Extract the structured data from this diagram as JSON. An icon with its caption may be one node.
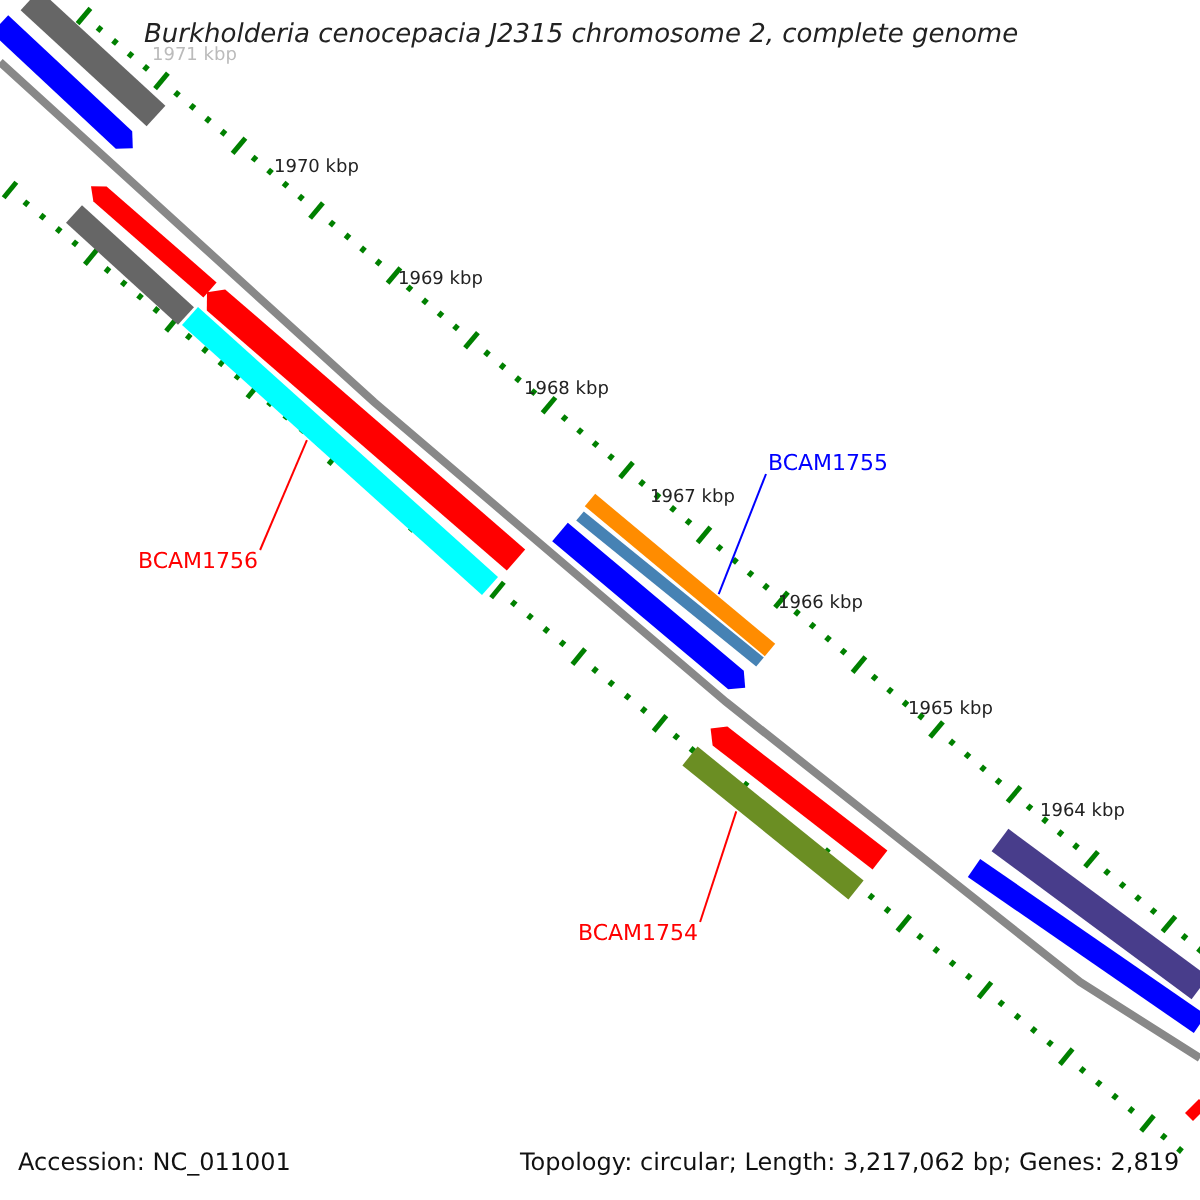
{
  "diagram": {
    "title": "Burkholderia cenocepacia J2315 chromosome 2, complete genome",
    "nodes": [
      {
        "text": [
          "BCAM1755"
        ]
      },
      {
        "text": [],
        "shape": "bar"
      },
      {
        "text": [
          "BCAM1756"
        ]
      },
      {
        "text": [],
        "shape": "bar"
      },
      {
        "text": [
          "BCAM1754"
        ]
      },
      {
        "text": [],
        "shape": "bar"
      },
      {
        "text": [],
        "shape": "bar"
      },
      {
        "text": [],
        "shape": "bar"
      },
      {
        "text": [],
        "shape": "bar"
      },
      {
        "text": [],
        "shape": "bar"
      },
      {
        "text": [],
        "shape": "bar"
      },
      {
        "text": [],
        "shape": "bar"
      },
      {
        "text": [],
        "shape": "bar"
      },
      {
        "text": [],
        "shape": "bar"
      },
      {
        "text": [],
        "shape": "bar"
      },
      {
        "text": [],
        "shape": "bar"
      },
      {
        "text": [],
        "shape": "bar"
      }
    ],
    "edges": [
      {
        "from": 0,
        "to": 1,
        "arrow": "none",
        "color": "#0000ff"
      },
      {
        "from": 2,
        "to": 3,
        "arrow": "none",
        "color": "#ff0000"
      },
      {
        "from": 4,
        "to": 5,
        "arrow": "none",
        "color": "#ff0000"
      }
    ],
    "labels": [
      "1971 kbp",
      "1970 kbp",
      "1969 kbp",
      "1968 kbp",
      "1967 kbp",
      "1966 kbp",
      "1965 kbp",
      "1964 kbp",
      "Accession: NC_011001",
      "Topology: circular; Length: 3,217,062 bp; Genes: 2,819"
    ]
  }
}
